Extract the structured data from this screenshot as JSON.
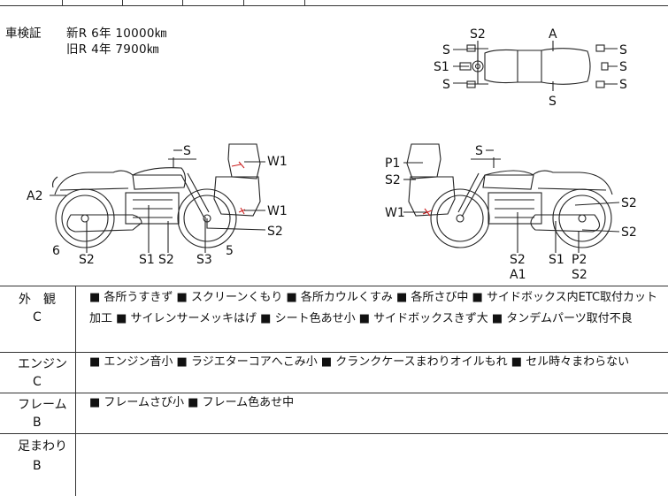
{
  "inspection": {
    "label": "車検証",
    "new_line": "新R 6年 10000㎞",
    "old_line": "旧R 4年 7900㎞"
  },
  "diagram_labels": {
    "top": [
      "S2",
      "A",
      "S",
      "S1",
      "S",
      "S",
      "S",
      "S",
      "S"
    ],
    "left": [
      "S",
      "W1",
      "A2",
      "W1",
      "S2",
      "6",
      "S2",
      "S1",
      "S2",
      "S3",
      "5"
    ],
    "right": [
      "S",
      "P1",
      "S2",
      "W1",
      "S2",
      "S2",
      "S2",
      "A1",
      "S1",
      "P2",
      "S2"
    ]
  },
  "sections": [
    {
      "title": "外　観",
      "grade": "C",
      "note": "■ 各所うすきず ■ スクリーンくもり ■ 各所カウルくすみ ■ 各所さび中 ■ サイドボックス内ETC取付カット加工 ■ サイレンサーメッキはげ ■ シート色あせ小 ■ サイドボックスきず大 ■ タンデムパーツ取付不良"
    },
    {
      "title": "エンジン",
      "grade": "C",
      "note": "■ エンジン音小 ■ ラジエターコアへこみ小 ■ クランクケースまわりオイルもれ ■ セル時々まわらない"
    },
    {
      "title": "フレーム",
      "grade": "B",
      "note": "■ フレームさび小 ■ フレーム色あせ中"
    },
    {
      "title": "足まわり",
      "grade": "B",
      "note": ""
    }
  ],
  "colors": {
    "line": "#333333",
    "damage_mark": "#cc2222"
  }
}
